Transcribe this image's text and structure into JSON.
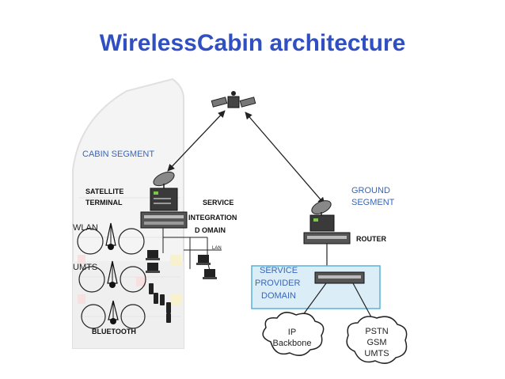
{
  "slide": {
    "title": "WirelessCabin architecture"
  },
  "diagram": {
    "cabin_segment": "CABIN SEGMENT",
    "satellite_terminal_line1": "SATELLITE",
    "satellite_terminal_line2": "TERMINAL",
    "service_integration_line1": "SERVICE",
    "service_integration_line2": "INTEGRATION",
    "service_integration_line3": "D  OMAIN",
    "lan": "LAN",
    "wlan": "WLAN",
    "umts": "UMTS",
    "bluetooth": "BLUETOOTH",
    "ground_segment_line1": "GROUND",
    "ground_segment_line2": "SEGMENT",
    "router": "ROUTER",
    "service_provider_line1": "SERVICE",
    "service_provider_line2": "PROVIDER",
    "service_provider_line3": "DOMAIN",
    "cloud_ip_line1": "IP",
    "cloud_ip_line2": "Backbone",
    "cloud_pstn_line1": "PSTN",
    "cloud_pstn_line2": "GSM",
    "cloud_pstn_line3": "UMTS",
    "colors": {
      "title": "#2f4fc2",
      "segment_label": "#3a66b8",
      "sp_box_fill": "#dbeef8",
      "sp_box_stroke": "#5ab0d8"
    }
  }
}
